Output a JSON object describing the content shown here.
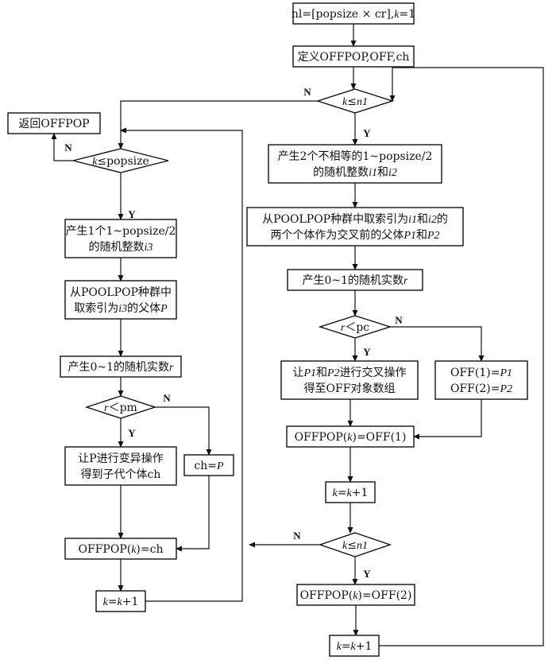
{
  "nodes": {
    "init": [
      "nl=[popsize × cr],k=1"
    ],
    "define": [
      "定义OFFPOP,OFF,ch"
    ],
    "cond_k_n1_top": [
      "k≤n1"
    ],
    "return": [
      "返回OFFPOP"
    ],
    "cond_k_popsize": [
      "k≤popsize"
    ],
    "gen_i1_i2": [
      "产生2个不相等的1~popsize/2",
      "的随机整数i1和i2"
    ],
    "select_p1_p2": [
      "从POOLPOP种群中取索引为i1和i2的",
      "两个个体作为交叉前的父体P1和P2"
    ],
    "rand_r_right": [
      "产生0~1的随机实数r"
    ],
    "cond_r_pc": [
      "r＜pc"
    ],
    "crossover": [
      "让P1和P2进行交叉操作",
      "得至OFF对象数组"
    ],
    "copy_parents": [
      "OFF(1)=P1",
      "OFF(2)=P2"
    ],
    "assign_off1": [
      "OFFPOP(k)=OFF(1)"
    ],
    "inc_k_right1": [
      "k=k+1"
    ],
    "cond_k_n1_bottom": [
      "k≤n1"
    ],
    "assign_off2": [
      "OFFPOP(k)=OFF(2)"
    ],
    "inc_k_right2": [
      "k=k+1"
    ],
    "gen_i3": [
      "产生1个1~popsize/2",
      "的随机整数i3"
    ],
    "select_p": [
      "从POOLPOP种群中",
      "取索引为i3的父体P"
    ],
    "rand_r_left": [
      "产生0~1的随机实数r"
    ],
    "cond_r_pm": [
      "r＜pm"
    ],
    "mutate": [
      "让P进行变异操作",
      "得到子代个体ch"
    ],
    "ch_eq_p": [
      "ch=P"
    ],
    "assign_ch": [
      "OFFPOP(k)=ch"
    ],
    "inc_k_left": [
      "k=k+1"
    ]
  },
  "branch_labels": {
    "yes": "Y",
    "no": "N"
  }
}
